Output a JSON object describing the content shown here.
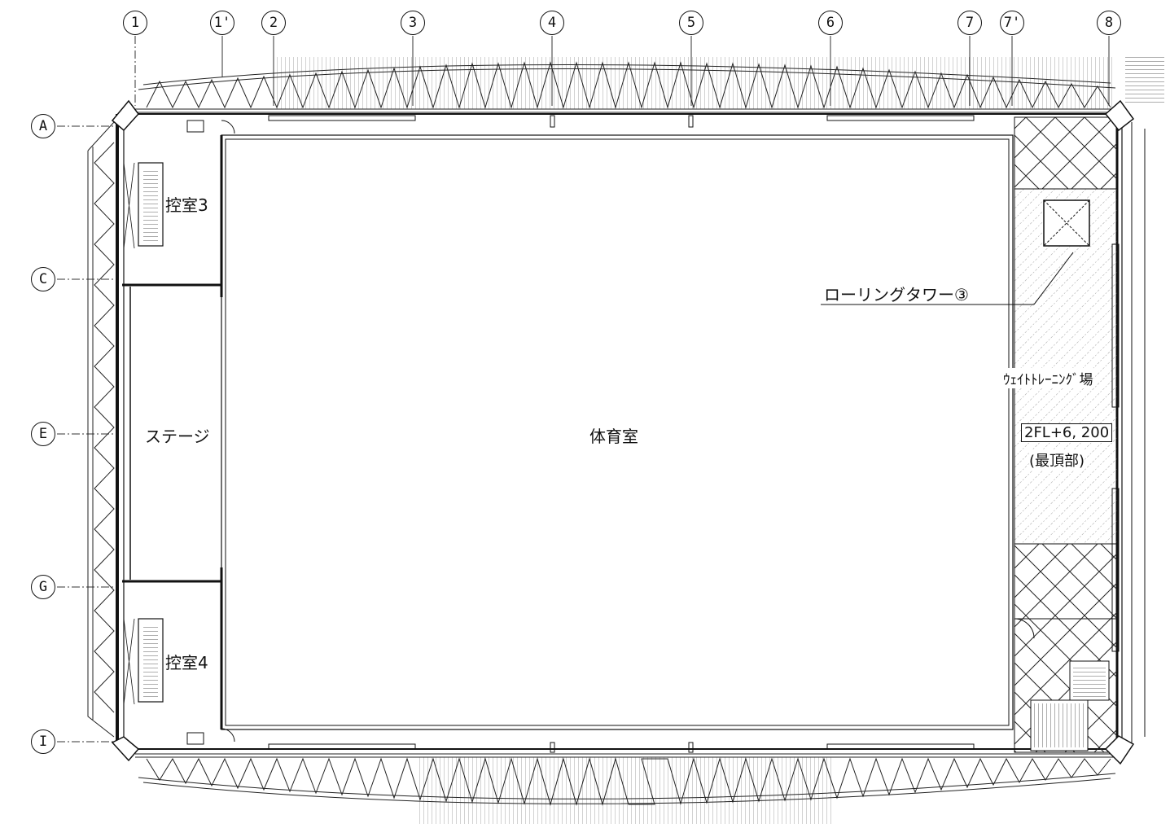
{
  "grid_columns": [
    "1",
    "1'",
    "2",
    "3",
    "4",
    "5",
    "6",
    "7",
    "7'",
    "8"
  ],
  "grid_rows": [
    "A",
    "C",
    "E",
    "G",
    "I"
  ],
  "rooms": {
    "gym": "体育室",
    "stage": "ステージ",
    "waiting3": "控室3",
    "waiting4": "控室4",
    "weight_training": "ｳｪｲﾄﾄﾚｰﾆﾝｸﾞ場",
    "rolling_tower": "ローリングタワー③",
    "level": "2FL+6, 200",
    "level_note": "(最頂部)"
  },
  "colors": {
    "line": "#111111",
    "hatch": "#777777",
    "background": "#ffffff"
  }
}
